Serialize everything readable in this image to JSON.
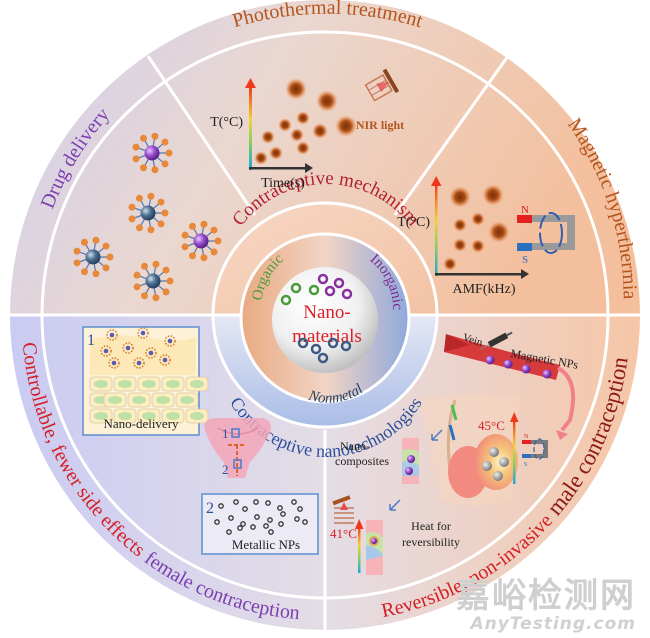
{
  "title": "Contraceptive nanotechnologies overview",
  "colors": {
    "warm_bg": "#f5c8aa",
    "cool_bg": "#d6d4f2",
    "title_orange": "#b5541c",
    "title_purple": "#7b3fb0",
    "red_text": "#d41f24",
    "dark_red": "#8b1a1a",
    "blue_text": "#2c4f9e",
    "green_text": "#4b9a3c",
    "particle_orange": "#a94a10",
    "divider": "#ffffff"
  },
  "sectors": {
    "photothermal": {
      "title": "Photothermal treatment",
      "y_label": "T(°C)",
      "x_label": "Time(s)",
      "light_label": "NIR light"
    },
    "magnetic": {
      "title": "Magnetic hyperthermia",
      "y_label": "T(°C)",
      "x_label": "AMF(kHz)",
      "north": "N",
      "south": "S"
    },
    "drug": {
      "title": "Drug delivery"
    },
    "female": {
      "title_red": "Controllable, fewer side effects",
      "title_purple": "female contraception",
      "box1_num": "1",
      "box1_label": "Nano-delivery",
      "box2_num": "2",
      "box2_label": "Metallic NPs",
      "uterus_mark1": "1",
      "uterus_mark2": "2"
    },
    "male": {
      "title_red": "Reversible, non-invasive",
      "title_dark": "male contraception",
      "vein": "Vein",
      "magnetic_nps": "Magnetic NPs",
      "temp_high": "45°C",
      "nanocomposites_1": "Nano-",
      "nanocomposites_2": "composites",
      "heat_1": "Heat for",
      "heat_2": "reversibility",
      "temp_low": "41°C",
      "north": "N",
      "south": "S"
    }
  },
  "center": {
    "mechanism": "Contraceptive mechanism",
    "nanotech": "Contraceptive nanotechnologies",
    "organic": "Organic",
    "inorganic": "Inorganic",
    "nonmetal": "Nonmetal",
    "nano_1": "Nano-",
    "nano_2": "materials"
  },
  "watermark": {
    "cn": "嘉峪检测网",
    "en": "AnyTesting.com"
  }
}
